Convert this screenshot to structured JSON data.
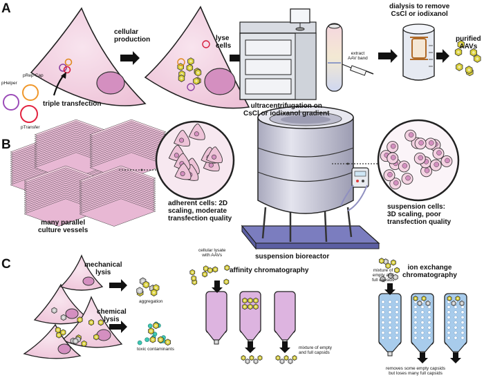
{
  "panels": {
    "a": "A",
    "b": "B",
    "c": "C"
  },
  "panel_a": {
    "plasmids": {
      "helper": "pHelper",
      "repcap": "pRep-Cap",
      "transfer": "pTransfer"
    },
    "triple_transfection": "triple transfection",
    "cellular_production": [
      "cellular",
      "production"
    ],
    "lyse_cells": [
      "lyse",
      "cells"
    ],
    "ultracentrifugation": [
      "ultracentrifugation on",
      "CsCl or iodixanol gradient"
    ],
    "extract_band": [
      "extract",
      "AAV band"
    ],
    "dialysis": [
      "dialysis to remove",
      "CsCl or iodixanol"
    ],
    "purified": [
      "purified",
      "AAVs"
    ]
  },
  "panel_b": {
    "parallel_vessels": [
      "many parallel",
      "culture vessels"
    ],
    "adherent": [
      "adherent cells: 2D",
      "scaling, moderate",
      "transfection quality"
    ],
    "bioreactor": "suspension bioreactor",
    "suspension": [
      "suspension cells:",
      "3D scaling, poor",
      "transfection quality"
    ]
  },
  "panel_c": {
    "mechanical_lysis": [
      "mechanical",
      "lysis"
    ],
    "aggregation": "aggregation",
    "chemical_lysis": [
      "chemical",
      "lysis"
    ],
    "toxic": "toxic contaminants",
    "lysate": [
      "cellular lysate",
      "with AAVs"
    ],
    "affinity": "affinity chromatography",
    "affinity_out": [
      "mixture of empty",
      "and full capsids"
    ],
    "mixture_in": [
      "mixture of",
      "empty and",
      "full capsids"
    ],
    "ion_exchange": [
      "ion exchange",
      "chromatography"
    ],
    "ion_out": [
      "removes some empty capsids",
      "but loses many full capsids"
    ]
  },
  "colors": {
    "cell": "#f2cfe0",
    "nucleus": "#d48fc0",
    "capsid": "#d9cf3a",
    "empty_capsid": "#c8c8c8",
    "resin": "#a8ccec",
    "column": "#ddb4e0",
    "tank": "#c9c9d9",
    "base": "#7b7dbf",
    "vessel": "#e8b8d4"
  }
}
